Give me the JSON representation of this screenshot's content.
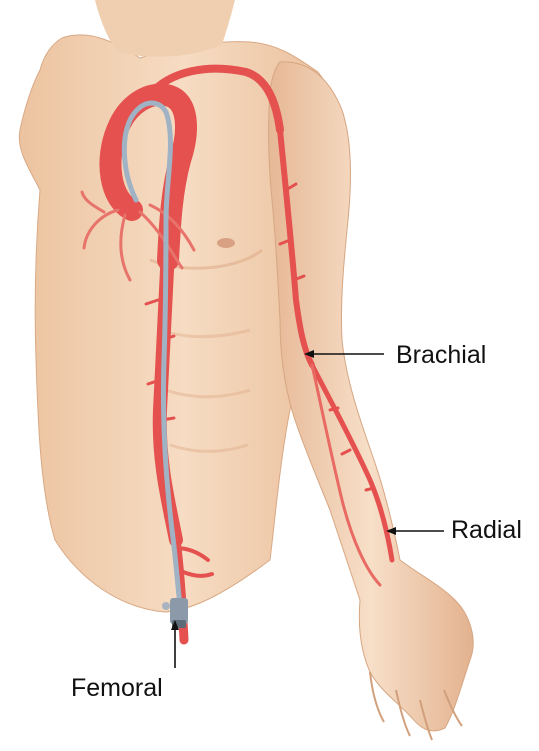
{
  "labels": {
    "brachial": "Brachial",
    "radial": "Radial",
    "femoral": "Femoral"
  },
  "colors": {
    "background": "#ffffff",
    "skin": "#f3d2b3",
    "skin_shadow": "#e2b590",
    "artery": "#e4514f",
    "artery_light": "#f08a80",
    "catheter": "#9fb3c4",
    "label_text": "#111111",
    "pointer": "#111111"
  },
  "illustration": {
    "subject": "anatomical-torso-and-arm",
    "vessels": [
      "aortic-arch",
      "descending-aorta",
      "coronary-arteries",
      "brachial-artery",
      "radial-artery",
      "femoral-artery"
    ],
    "catheter_path": "femoral-to-aortic-arch",
    "access_device_icon": "sheath-introducer-icon"
  }
}
